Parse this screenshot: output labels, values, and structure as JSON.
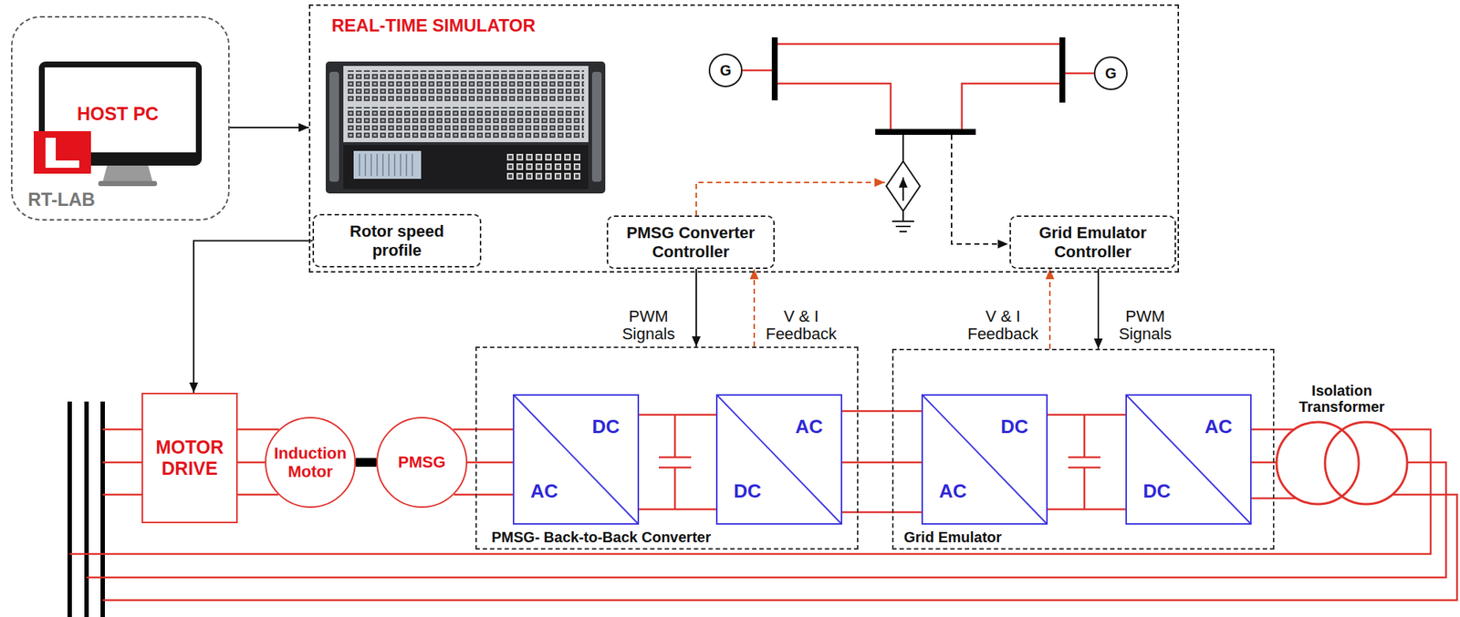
{
  "diagram": {
    "nodes": [
      {
        "text": [
          "HOST PC",
          "RT-LAB"
        ]
      },
      {
        "text": [
          "REAL-TIME SIMULATOR"
        ]
      },
      {
        "text": [
          "G"
        ],
        "in": 1
      },
      {
        "text": [
          "G"
        ],
        "in": 1
      },
      {
        "text": [
          "Rotor speed profile"
        ],
        "in": 1
      },
      {
        "text": [
          "PMSG Converter Controller"
        ],
        "in": 1
      },
      {
        "text": [
          "Grid Emulator Controller"
        ],
        "in": 1
      },
      {
        "text": [
          "MOTOR DRIVE"
        ]
      },
      {
        "text": [
          "Induction Motor"
        ]
      },
      {
        "text": [
          "PMSG"
        ]
      },
      {
        "text": [
          "PMSG- Back-to-Back Converter"
        ]
      },
      {
        "text": [
          "DC",
          "AC"
        ],
        "in": 10
      },
      {
        "text": [
          "AC",
          "DC"
        ],
        "in": 10
      },
      {
        "text": [
          "Grid Emulator"
        ]
      },
      {
        "text": [
          "DC",
          "AC"
        ],
        "in": 13
      },
      {
        "text": [
          "AC",
          "DC"
        ],
        "in": 13
      },
      {
        "text": [
          "Isolation Transformer"
        ]
      }
    ],
    "edges": [
      {
        "from": 0,
        "to": 1,
        "arrow": "to"
      },
      {
        "from": 4,
        "to": 7,
        "arrow": "to"
      },
      {
        "from": 5,
        "to": 10,
        "label": "PWM Signals",
        "arrow": "to"
      },
      {
        "from": 10,
        "to": 5,
        "label": "V & I Feedback",
        "arrow": "to"
      },
      {
        "from": 13,
        "to": 6,
        "label": "V & I Feedback",
        "arrow": "to"
      },
      {
        "from": 6,
        "to": 13,
        "label": "PWM Signals",
        "arrow": "to"
      },
      {
        "from": 7,
        "to": 8,
        "arrow": "none"
      },
      {
        "from": 8,
        "to": 9,
        "arrow": "none"
      },
      {
        "from": 9,
        "to": 11,
        "arrow": "none"
      },
      {
        "from": 11,
        "to": 12,
        "arrow": "none"
      },
      {
        "from": 12,
        "to": 14,
        "arrow": "none"
      },
      {
        "from": 14,
        "to": 15,
        "arrow": "none"
      },
      {
        "from": 15,
        "to": 16,
        "arrow": "none"
      }
    ]
  }
}
